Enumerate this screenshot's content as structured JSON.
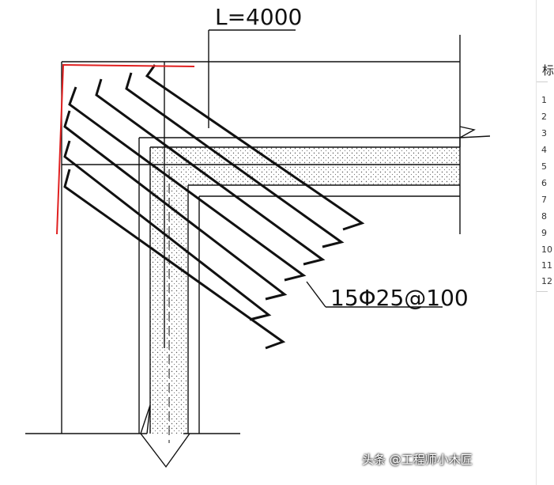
{
  "diagram": {
    "length_label": "L=4000",
    "rebar_label": "15Φ25@100",
    "colors": {
      "line": "#111111",
      "highlight": "#e02020",
      "concrete_fill": "#eeeeee"
    }
  },
  "side_panel": {
    "heading": "标",
    "rows": [
      "1",
      "2",
      "3",
      "4",
      "5",
      "6",
      "7",
      "8",
      "9",
      "10",
      "11",
      "12"
    ]
  },
  "watermark": {
    "text": "头条 @工程师小木匠"
  }
}
